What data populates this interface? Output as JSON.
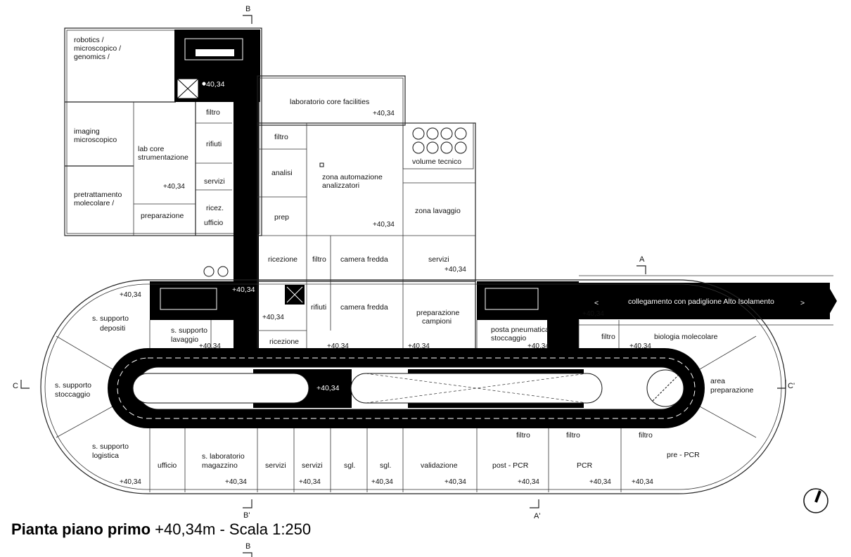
{
  "caption": {
    "title": "Pianta piano primo",
    "subtitle": "+40,34m - Scala 1:250"
  },
  "sections": {
    "B_top": "B",
    "B_bottom_caption": "B",
    "B_prime": "B'",
    "A": "A",
    "A_prime": "A'",
    "C": "C",
    "C_prime": "C'"
  },
  "level_mark": "+40,34",
  "rooms": {
    "robotics_1": "robotics /",
    "robotics_2": "microscopico /",
    "robotics_3": "genomics /",
    "imaging_1": "imaging",
    "imaging_2": "microscopico",
    "labcore_1": "lab core",
    "labcore_2": "strumentazione",
    "pretratt_1": "pretrattamento",
    "pretratt_2": "molecolare /",
    "preparazione": "preparazione",
    "filtro": "filtro",
    "rifiuti": "rifiuti",
    "servizi": "servizi",
    "ricez": "ricez.",
    "ufficio": "ufficio",
    "lab_core_facilities": "laboratorio core facilities",
    "analisi": "analisi",
    "zona_auto_1": "zona automazione",
    "zona_auto_2": "analizzatori",
    "prep": "prep",
    "volume_tecnico": "volume tecnico",
    "zona_lavaggio": "zona lavaggio",
    "ricezione": "ricezione",
    "camera_fredda": "camera fredda",
    "prep_campioni_1": "preparazione",
    "prep_campioni_2": "campioni",
    "s_supporto_depositi_1": "s. supporto",
    "s_supporto_depositi_2": "depositi",
    "s_supporto_lavaggio_1": "s. supporto",
    "s_supporto_lavaggio_2": "lavaggio",
    "posta_1": "posta pneumatica",
    "posta_2": "stoccaggio",
    "collegamento": "collegamento con padiglione Alto Isolamento",
    "biologia": "biologia molecolare",
    "s_supporto_stoccaggio_1": "s. supporto",
    "s_supporto_stoccaggio_2": "stoccaggio",
    "area_prep_1": "area",
    "area_prep_2": "preparazione",
    "s_supporto_logistica_1": "s. supporto",
    "s_supporto_logistica_2": "logistica",
    "s_lab_magazzino_1": "s. laboratorio",
    "s_lab_magazzino_2": "magazzino",
    "sgl": "sgl.",
    "validazione": "validazione",
    "post_pcr": "post - PCR",
    "pcr": "PCR",
    "pre_pcr": "pre - PCR"
  },
  "arrows": {
    "left": "<",
    "right": ">"
  }
}
